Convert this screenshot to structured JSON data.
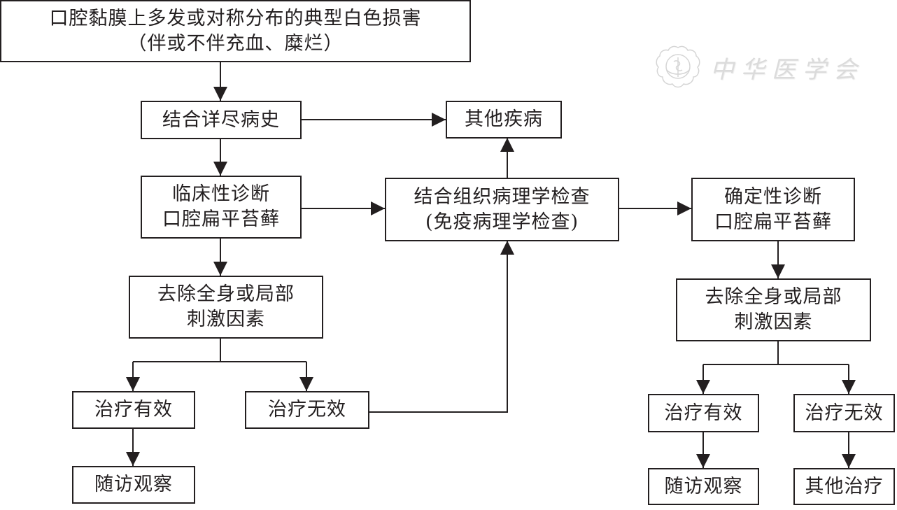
{
  "diagram": {
    "title": "口腔扁平苔藓诊断与治疗流程",
    "watermark": {
      "text": "中华医学会",
      "logo": "chinese-medical-association-logo"
    },
    "nodes": {
      "start": {
        "lines": [
          "口腔黏膜上多发或对称分布的典型白色损害",
          "（伴或不伴充血、糜烂）"
        ]
      },
      "history": {
        "lines": [
          "结合详尽病史"
        ]
      },
      "other_disease": {
        "lines": [
          "其他疾病"
        ]
      },
      "clinical_dx": {
        "lines": [
          "临床性诊断",
          "口腔扁平苔藓"
        ]
      },
      "pathology": {
        "lines": [
          "结合组织病理学检查",
          "(免疫病理学检查)"
        ]
      },
      "definitive_dx": {
        "lines": [
          "确定性诊断",
          "口腔扁平苔藓"
        ]
      },
      "remove_factors_left": {
        "lines": [
          "去除全身或局部",
          "刺激因素"
        ]
      },
      "remove_factors_right": {
        "lines": [
          "去除全身或局部",
          "刺激因素"
        ]
      },
      "effective_left": {
        "lines": [
          "治疗有效"
        ]
      },
      "ineffective_left": {
        "lines": [
          "治疗无效"
        ]
      },
      "followup_left": {
        "lines": [
          "随访观察"
        ]
      },
      "effective_right": {
        "lines": [
          "治疗有效"
        ]
      },
      "ineffective_right": {
        "lines": [
          "治疗无效"
        ]
      },
      "followup_right": {
        "lines": [
          "随访观察"
        ]
      },
      "other_treatment": {
        "lines": [
          "其他治疗"
        ]
      }
    },
    "edges": [
      {
        "from": "start",
        "to": "history"
      },
      {
        "from": "history",
        "to": "other_disease"
      },
      {
        "from": "history",
        "to": "clinical_dx"
      },
      {
        "from": "clinical_dx",
        "to": "pathology"
      },
      {
        "from": "clinical_dx",
        "to": "remove_factors_left"
      },
      {
        "from": "pathology",
        "to": "other_disease"
      },
      {
        "from": "pathology",
        "to": "definitive_dx"
      },
      {
        "from": "remove_factors_left",
        "to": "effective_left"
      },
      {
        "from": "remove_factors_left",
        "to": "ineffective_left"
      },
      {
        "from": "effective_left",
        "to": "followup_left"
      },
      {
        "from": "ineffective_left",
        "to": "pathology"
      },
      {
        "from": "definitive_dx",
        "to": "remove_factors_right"
      },
      {
        "from": "remove_factors_right",
        "to": "effective_right"
      },
      {
        "from": "remove_factors_right",
        "to": "ineffective_right"
      },
      {
        "from": "effective_right",
        "to": "followup_right"
      },
      {
        "from": "ineffective_right",
        "to": "other_treatment"
      }
    ],
    "colors": {
      "stroke": "#231f20",
      "background": "#ffffff",
      "watermark": "#9a9a9a"
    }
  }
}
